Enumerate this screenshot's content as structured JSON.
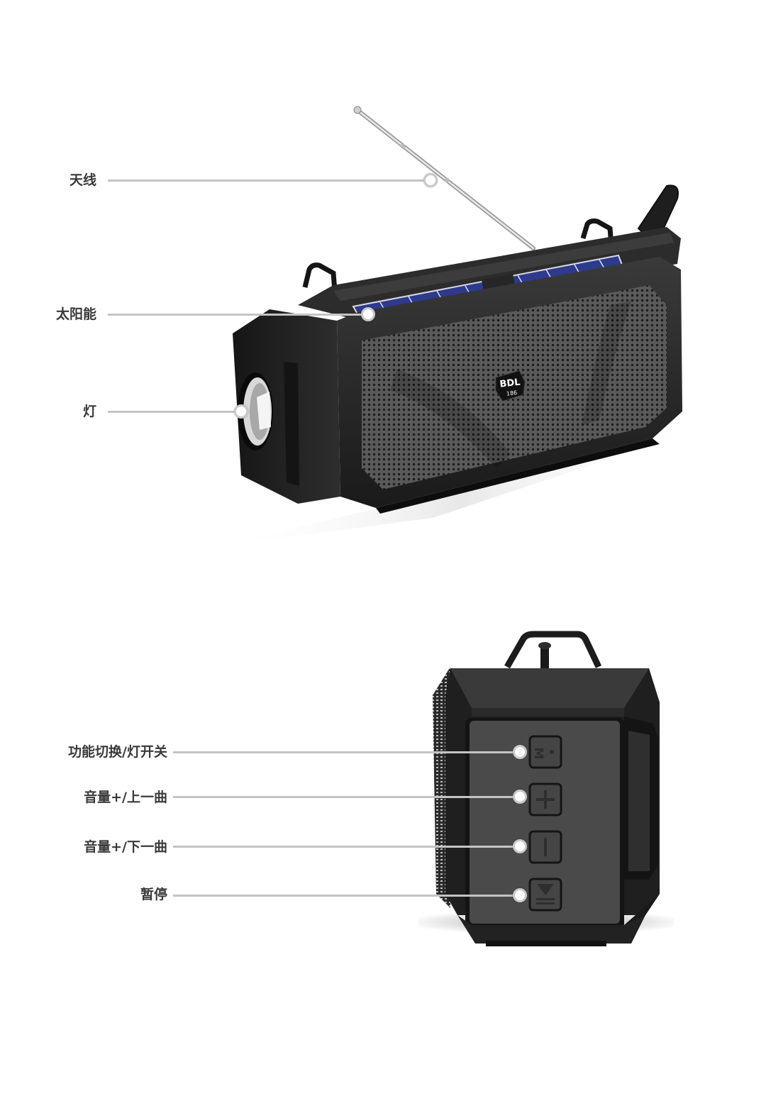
{
  "diagram": {
    "type": "product-feature-callouts",
    "product": {
      "brand_badge": "BDL",
      "model_number": "186",
      "colors": {
        "body": "#2b2b2b",
        "grille": "#4a4a4a",
        "solar_panel": "#2e3a8c",
        "leader_line": "#c4c4c4",
        "label_text": "#3a3a3a"
      }
    },
    "views": [
      {
        "name": "front-three-quarter-view",
        "callouts": [
          {
            "id": "antenna",
            "label": "天线"
          },
          {
            "id": "solar-panel",
            "label": "太阳能"
          },
          {
            "id": "light",
            "label": "灯"
          }
        ]
      },
      {
        "name": "side-control-view",
        "callouts": [
          {
            "id": "mode-light-switch",
            "label": "功能切换/灯开关",
            "button_icon": "M-mode-icon"
          },
          {
            "id": "volume-up-prev",
            "label": "音量+/上一曲",
            "button_icon": "plus-icon"
          },
          {
            "id": "volume-down-next",
            "label": "音量+/下一曲",
            "button_icon": "minus-icon"
          },
          {
            "id": "pause",
            "label": "暂停",
            "button_icon": "play-pause-icon"
          }
        ]
      }
    ]
  }
}
